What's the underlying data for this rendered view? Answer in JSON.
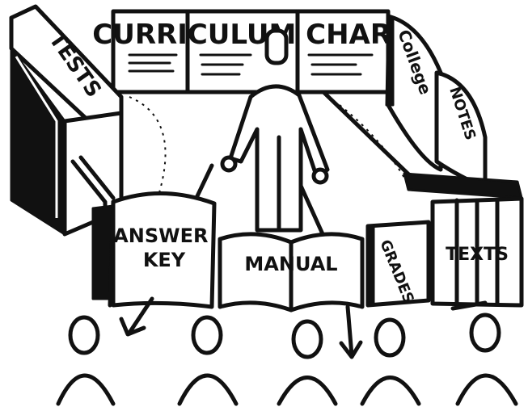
{
  "labels": {
    "tests": "TESTS",
    "curriculum_chart": "CURRICULUM CHART",
    "college": "College",
    "notes": "NOTES",
    "answer_key": "ANSWER KEY",
    "manual": "MANUAL",
    "grades": "GRADES",
    "texts": "TEXTS"
  }
}
